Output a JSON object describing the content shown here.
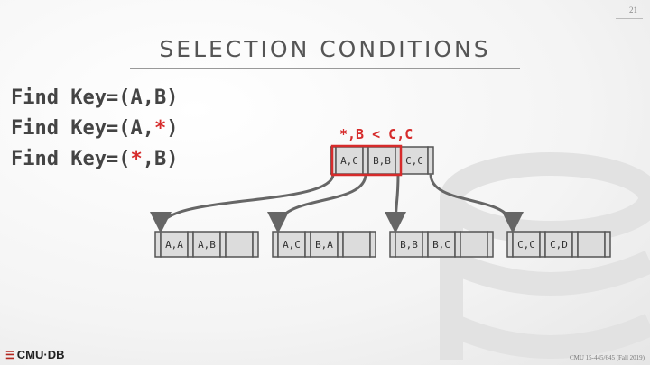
{
  "page_number": "21",
  "title": "SELECTION CONDITIONS",
  "queries": [
    {
      "pre": "Find Key=(A,B)",
      "wild": "",
      "post": ""
    },
    {
      "pre": "Find Key=(A,",
      "wild": "*",
      "post": ")"
    },
    {
      "pre": "Find Key=(",
      "wild": "*",
      "post": ",B)"
    }
  ],
  "condition_label": "*,B < C,C",
  "root_node": {
    "keys": [
      "A,C",
      "B,B",
      "C,C"
    ]
  },
  "leaf_nodes": [
    {
      "keys": [
        "A,A",
        "A,B",
        ""
      ]
    },
    {
      "keys": [
        "A,C",
        "B,A",
        ""
      ]
    },
    {
      "keys": [
        "B,B",
        "B,C",
        ""
      ]
    },
    {
      "keys": [
        "C,C",
        "C,D",
        ""
      ]
    }
  ],
  "colors": {
    "highlight": "#d62b2b",
    "node_fill": "#dcdcdc",
    "arrow": "#666666"
  },
  "footer": {
    "logo": "CMU·DB",
    "course": "CMU 15-445/645 (Fall 2019)"
  }
}
